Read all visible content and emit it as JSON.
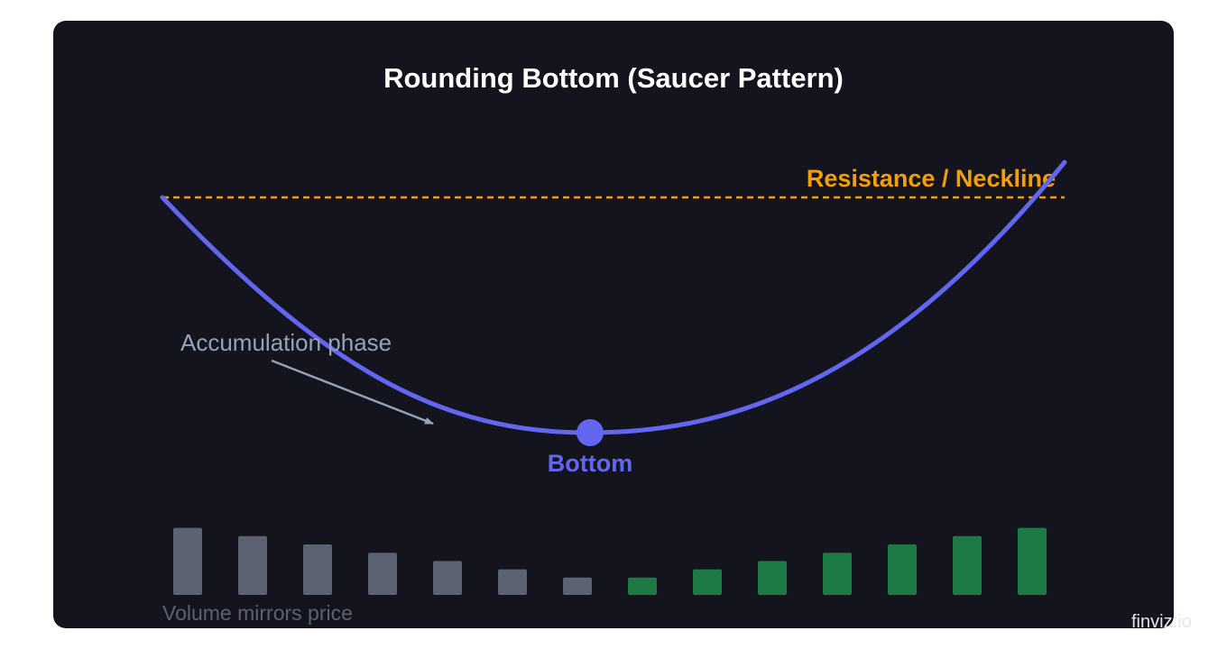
{
  "title": "Rounding Bottom (Saucer Pattern)",
  "labels": {
    "resistance": "Resistance / Neckline",
    "accumulation": "Accumulation phase",
    "bottom": "Bottom",
    "volume": "Volume mirrors price"
  },
  "watermark": "finviz.io",
  "colors": {
    "background": "#13141d",
    "curve": "#6366f1",
    "resistance": "#f59e0b",
    "annotation": "#94a3b8",
    "volume_down": "#5c6272",
    "volume_up": "#1e7a45"
  },
  "chart_data": {
    "type": "bar",
    "values": [
      7,
      6,
      5,
      4,
      3,
      2,
      1,
      1,
      2,
      3,
      4,
      5,
      6,
      7
    ],
    "phase": [
      "down",
      "down",
      "down",
      "down",
      "down",
      "down",
      "down",
      "up",
      "up",
      "up",
      "up",
      "up",
      "up",
      "up"
    ]
  }
}
